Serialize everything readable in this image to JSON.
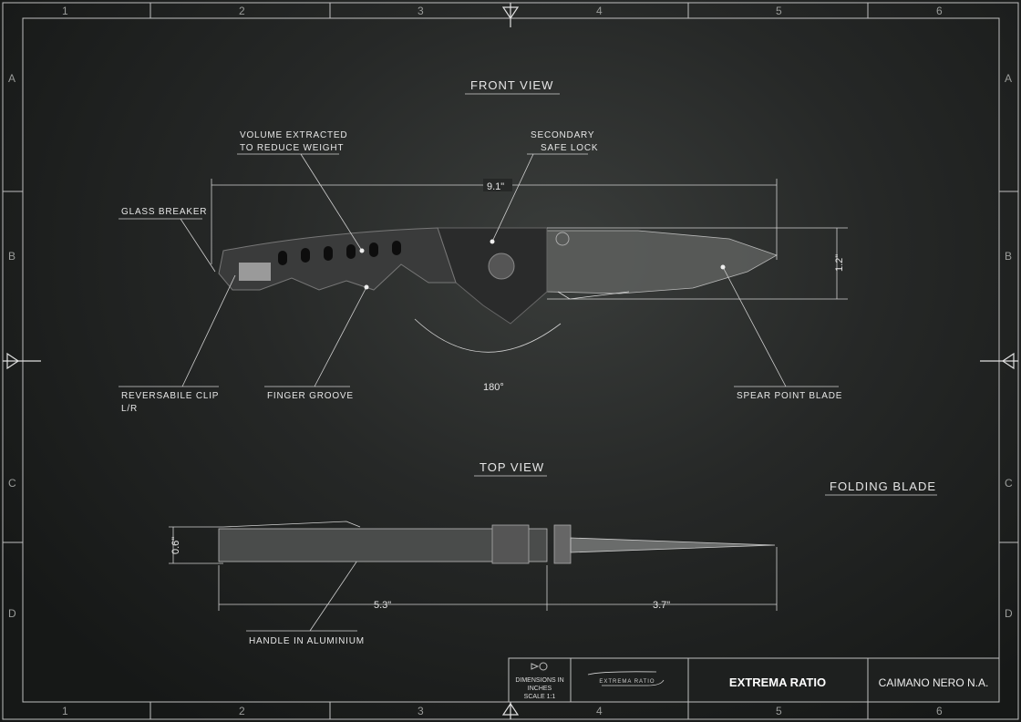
{
  "grid": {
    "columns": [
      "1",
      "2",
      "3",
      "4",
      "5",
      "6"
    ],
    "rows": [
      "A",
      "B",
      "C",
      "D"
    ]
  },
  "views": {
    "front": "FRONT VIEW",
    "top": "TOP VIEW"
  },
  "callouts": {
    "volume": [
      "VOLUME EXTRACTED",
      "TO REDUCE WEIGHT"
    ],
    "safe_lock": [
      "SECONDARY",
      "SAFE LOCK"
    ],
    "glass_breaker": "GLASS BREAKER",
    "clip": [
      "REVERSABILE CLIP",
      "L/R"
    ],
    "finger_groove": "FINGER GROOVE",
    "spear_point": "SPEAR POINT BLADE",
    "handle": "HANDLE IN ALUMINIUM",
    "folding": "FOLDING BLADE"
  },
  "dimensions": {
    "overall_length": "9.1\"",
    "blade_height": "1.2\"",
    "rotation": "180°",
    "thickness": "0.6\"",
    "handle_length": "5.3\"",
    "blade_length": "3.7\""
  },
  "title_block": {
    "units": [
      "DIMENSIONS IN",
      "INCHES",
      "SCALE 1:1"
    ],
    "logo_text": "EXTREMA RATIO",
    "brand": "EXTREMA RATIO",
    "model": "CAIMANO NERO N.A."
  }
}
